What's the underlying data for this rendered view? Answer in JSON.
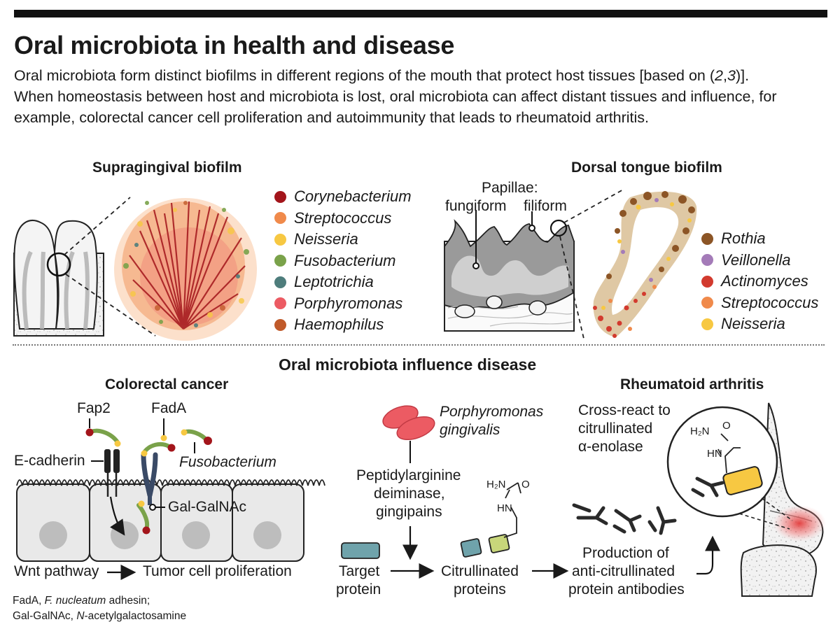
{
  "title": "Oral microbiota in health and disease",
  "intro": {
    "line1_pre": "Oral microbiota form distinct biofilms in different regions of the mouth that protect host tissues [based on (",
    "ref_a": "2",
    "ref_sep": ",",
    "ref_b": "3",
    "line1_post": ")].",
    "line2": "When homeostasis between host and microbiota is lost, oral microbiota can affect distant tissues and influence, for example, colorectal cancer cell proliferation and autoimmunity that leads to rheumatoid arthritis."
  },
  "supragingival": {
    "heading": "Supragingival biofilm",
    "legend": [
      {
        "label": "Corynebacterium",
        "color": "#a3151b"
      },
      {
        "label": "Streptococcus",
        "color": "#f08a4b"
      },
      {
        "label": "Neisseria",
        "color": "#f7c842"
      },
      {
        "label": "Fusobacterium",
        "color": "#7aa24a"
      },
      {
        "label": "Leptotrichia",
        "color": "#4e7d7c"
      },
      {
        "label": "Porphyromonas",
        "color": "#ec5b63"
      },
      {
        "label": "Haemophilus",
        "color": "#c05a2a"
      }
    ]
  },
  "tongue": {
    "heading": "Dorsal tongue biofilm",
    "papillae_title": "Papillae:",
    "fungiform": "fungiform",
    "filiform": "filiform",
    "legend": [
      {
        "label": "Rothia",
        "color": "#8c5526"
      },
      {
        "label": "Veillonella",
        "color": "#a47bb8"
      },
      {
        "label": "Actinomyces",
        "color": "#d23a2e"
      },
      {
        "label": "Streptococcus",
        "color": "#f08a4b"
      },
      {
        "label": "Neisseria",
        "color": "#f7c842"
      }
    ]
  },
  "disease": {
    "heading": "Oral microbiota influence disease",
    "crc": {
      "heading": "Colorectal cancer",
      "fap2": "Fap2",
      "fada": "FadA",
      "ecadherin": "E-cadherin",
      "fusobacterium": "Fusobacterium",
      "galgalnac": "Gal-GalNAc",
      "wnt": "Wnt pathway",
      "proliferation": "Tumor cell proliferation"
    },
    "pg": {
      "name1": "Porphyromonas",
      "name2": "gingivalis",
      "enzyme1": "Peptidylarginine",
      "enzyme2": "deiminase,",
      "enzyme3": "gingipains",
      "target1": "Target",
      "target2": "protein",
      "citr1": "Citrullinated",
      "citr2": "proteins",
      "prod1": "Production of",
      "prod2": "anti-citrullinated",
      "prod3": "protein antibodies",
      "h2n": "H₂N",
      "o": "O",
      "hn": "HN"
    },
    "ra": {
      "heading": "Rheumatoid arthritis",
      "cross1": "Cross-react to",
      "cross2": "citrullinated",
      "cross3": "α-enolase",
      "h2n": "H₂N",
      "o": "O",
      "hn": "HN"
    }
  },
  "footnote": {
    "l1_a": "FadA, ",
    "l1_b": "F. nucleatum",
    "l1_c": " adhesin;",
    "l2_a": "Gal-GalNAc, ",
    "l2_b": "N",
    "l2_c": "-acetylgalactosamine"
  },
  "colors": {
    "dark_red": "#a3151b",
    "orange": "#f08a4b",
    "yellow": "#f7c842",
    "green": "#7aa24a",
    "teal": "#4e7d7c",
    "pink": "#ec5b63",
    "brown": "#8c5526",
    "purple": "#a47bb8",
    "red": "#d23a2e",
    "cell_gray": "#e9e9e9",
    "navy": "#3a4a66",
    "protein_teal": "#6fa3ab",
    "protein_green": "#c8d67a",
    "antibody": "#2a2a2a"
  }
}
